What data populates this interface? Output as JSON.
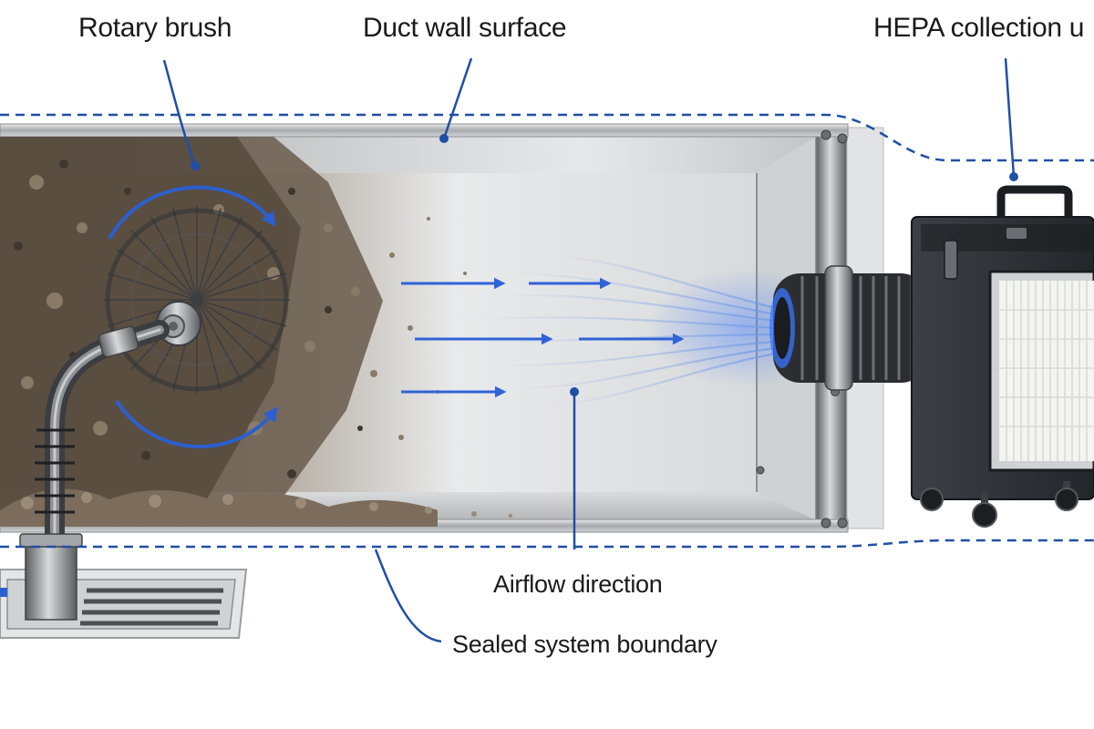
{
  "labels": {
    "rotary_brush": "Rotary brush",
    "duct_wall_surface": "Duct wall surface",
    "hepa_collection_unit": "HEPA collection u",
    "airflow_direction": "Airflow direction",
    "sealed_system_boundary": "Sealed system boundary"
  },
  "colors": {
    "leader_line": "#1f4fa6",
    "boundary_dash": "#1f4fa6",
    "airflow_arrow": "#2f63d6",
    "debris": "#6b5d4e",
    "duct_metal": "#c9ccce",
    "hepa_body": "#2e3136",
    "filter_media": "#f4f4f1"
  },
  "icons": {
    "brush": "rotary-brush-icon",
    "vent": "floor-vent-grille-icon",
    "hose": "flex-hose-icon",
    "hepa": "hepa-unit-icon"
  }
}
